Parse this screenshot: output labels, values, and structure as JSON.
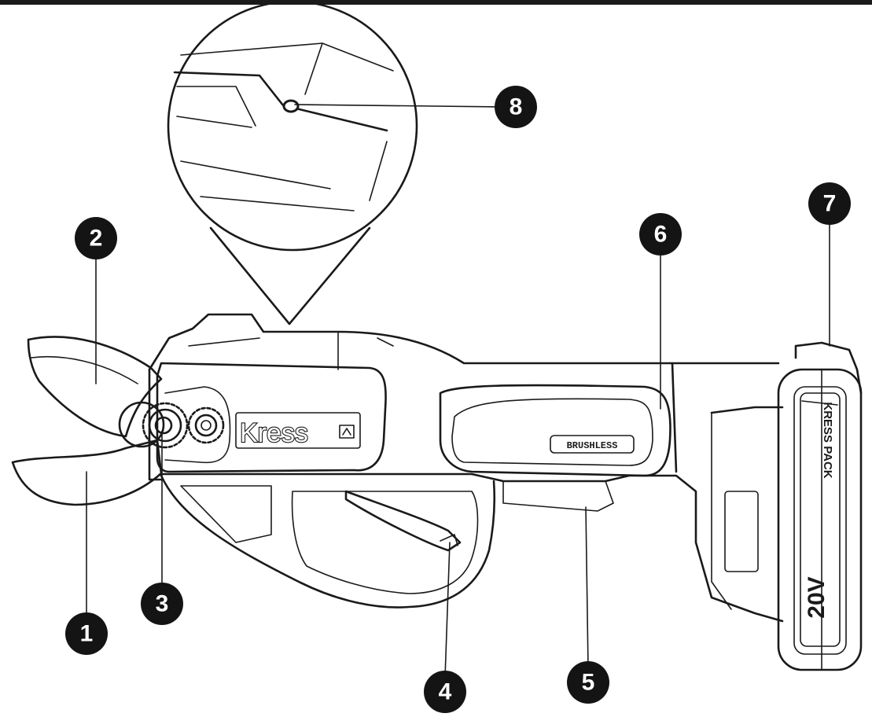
{
  "diagram": {
    "brand_logo": "Kress",
    "motor_label": "BRUSHLESS",
    "battery_brand": "KRESS PACK",
    "battery_voltage": "20V",
    "callouts": [
      {
        "id": "1",
        "label": "1"
      },
      {
        "id": "2",
        "label": "2"
      },
      {
        "id": "3",
        "label": "3"
      },
      {
        "id": "4",
        "label": "4"
      },
      {
        "id": "5",
        "label": "5"
      },
      {
        "id": "6",
        "label": "6"
      },
      {
        "id": "7",
        "label": "7"
      },
      {
        "id": "8",
        "label": "8"
      }
    ]
  },
  "colors": {
    "ink": "#1a1a1a",
    "callout_fill": "#141414",
    "background": "#ffffff"
  }
}
